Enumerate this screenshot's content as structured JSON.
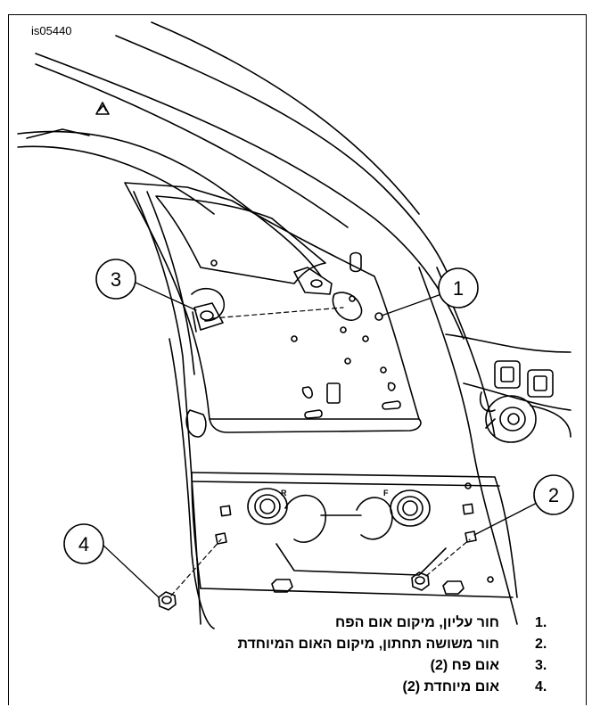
{
  "figure": {
    "id_label": "is05440"
  },
  "callouts": [
    "1",
    "2",
    "3",
    "4"
  ],
  "legend": [
    {
      "num": "1.",
      "text": "חור עליון, מיקום אום הפח"
    },
    {
      "num": "2.",
      "text": "חור משושה תחתון, מיקום האום המיוחדת"
    },
    {
      "num": "3.",
      "text": "אום פח (2)"
    },
    {
      "num": "4.",
      "text": "אום מיוחדת (2)"
    }
  ],
  "stamped_marks": [
    "R",
    "F"
  ]
}
